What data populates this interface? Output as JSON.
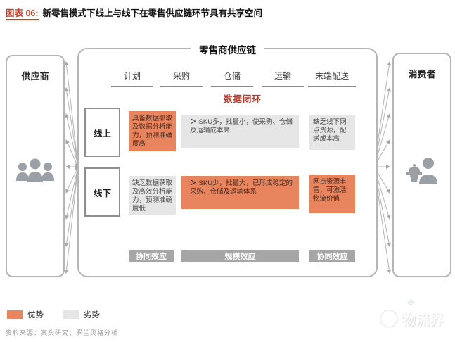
{
  "title": {
    "tag": "图表 06:",
    "text": "新零售模式下线上与线下在零售供应链环节具有共享空间"
  },
  "supplier": {
    "label": "供应商"
  },
  "consumer": {
    "label": "消费者"
  },
  "chain": {
    "title": "零售商供应链",
    "stages": [
      "计划",
      "采购",
      "仓储",
      "运输",
      "末端配送"
    ],
    "loop_label": "数据闭环",
    "bullet": "＞"
  },
  "rows": {
    "online": {
      "label": "线上",
      "left": "具备数据抓取及数据分析能力，预测准确度高",
      "center": "SKU多，批量小，使采购、仓储及运输成本高",
      "right": "缺乏线下网点资源，配送成本高"
    },
    "offline": {
      "label": "线下",
      "left": "缺乏数据获取及高效分析能力，预测准确度低",
      "center": "SKU少，批量大，已形成稳定的采购、仓储及运输体系",
      "right": "网点资源丰富，可激活物流价值"
    }
  },
  "effects": [
    "协同效应",
    "规模效应",
    "协同效应"
  ],
  "legend": [
    {
      "label": "优势",
      "color": "#e8845e"
    },
    {
      "label": "劣势",
      "color": "#e6e6e6"
    }
  ],
  "source": "资料来源：案头研究；罗兰贝格分析",
  "watermark": {
    "text": "物流界"
  },
  "colors": {
    "advantage_orange": "#e8845e",
    "disadvantage_gray": "#e6e6e6",
    "loop_red": "#bc372a",
    "effect_bar_gray": "#a6a6a6"
  }
}
